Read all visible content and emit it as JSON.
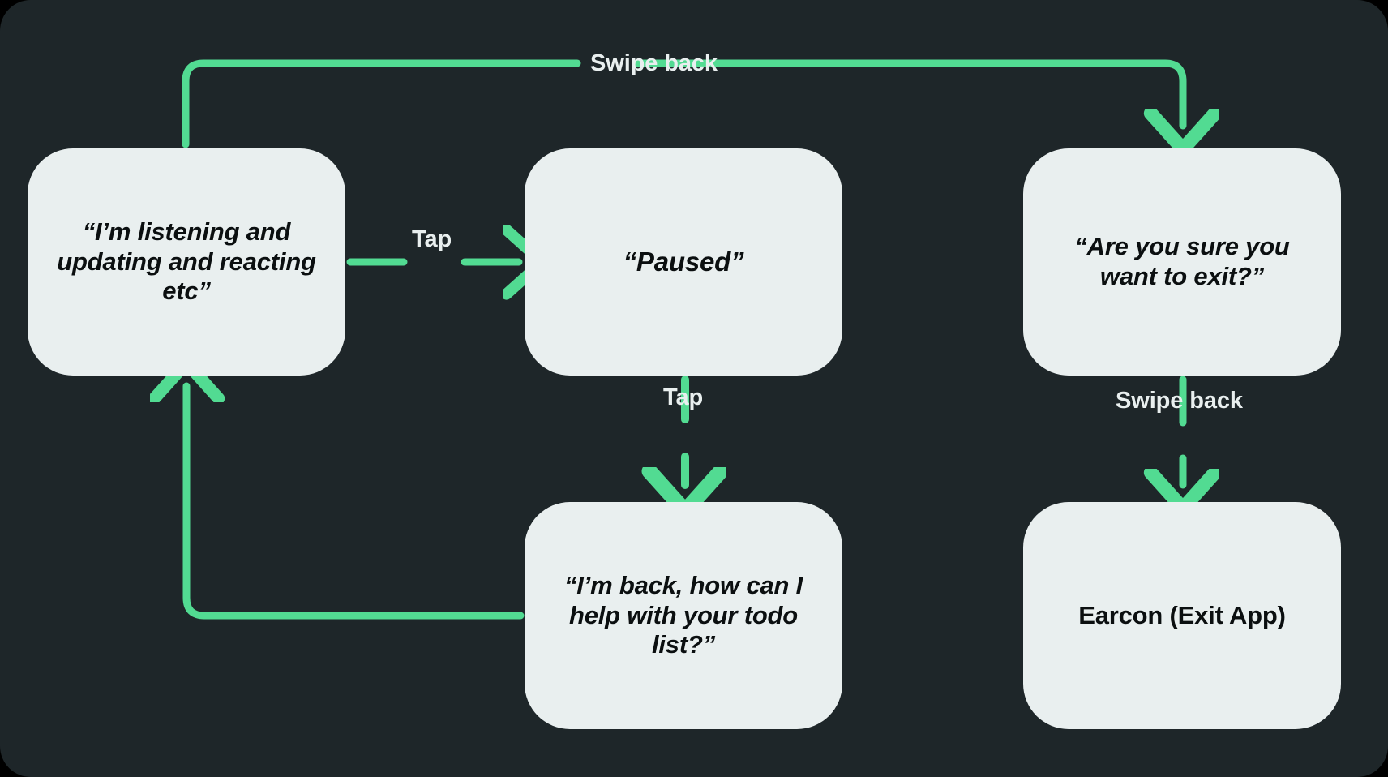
{
  "diagram": {
    "title": "Voice assistant pause / exit state flow",
    "colors": {
      "background": "#000000",
      "panel": "#1E2629",
      "card_fill": "#E9EFEF",
      "card_text": "#0B0F10",
      "connector": "#52DB92",
      "label_text": "#E9EFEF"
    },
    "nodes": [
      {
        "id": "listening",
        "label": "“I’m listening and updating and reacting etc”",
        "style": "italic"
      },
      {
        "id": "paused",
        "label": "“Paused”",
        "style": "italic"
      },
      {
        "id": "exit",
        "label": "“Are you sure you want to exit?”",
        "style": "italic"
      },
      {
        "id": "back",
        "label": "“I’m back, how can I help with your todo list?”",
        "style": "italic"
      },
      {
        "id": "earcon",
        "label": "Earcon (Exit App)",
        "style": "plain"
      }
    ],
    "edges": [
      {
        "id": "listening-to-paused",
        "label": "Tap",
        "from": "listening",
        "to": "paused"
      },
      {
        "id": "listening-to-exit",
        "label": "Swipe back",
        "from": "listening",
        "to": "exit"
      },
      {
        "id": "paused-to-back",
        "label": "Tap",
        "from": "paused",
        "to": "back"
      },
      {
        "id": "back-to-listening",
        "label": "",
        "from": "back",
        "to": "listening"
      },
      {
        "id": "exit-to-earcon",
        "label": "Swipe back",
        "from": "exit",
        "to": "earcon"
      }
    ]
  }
}
